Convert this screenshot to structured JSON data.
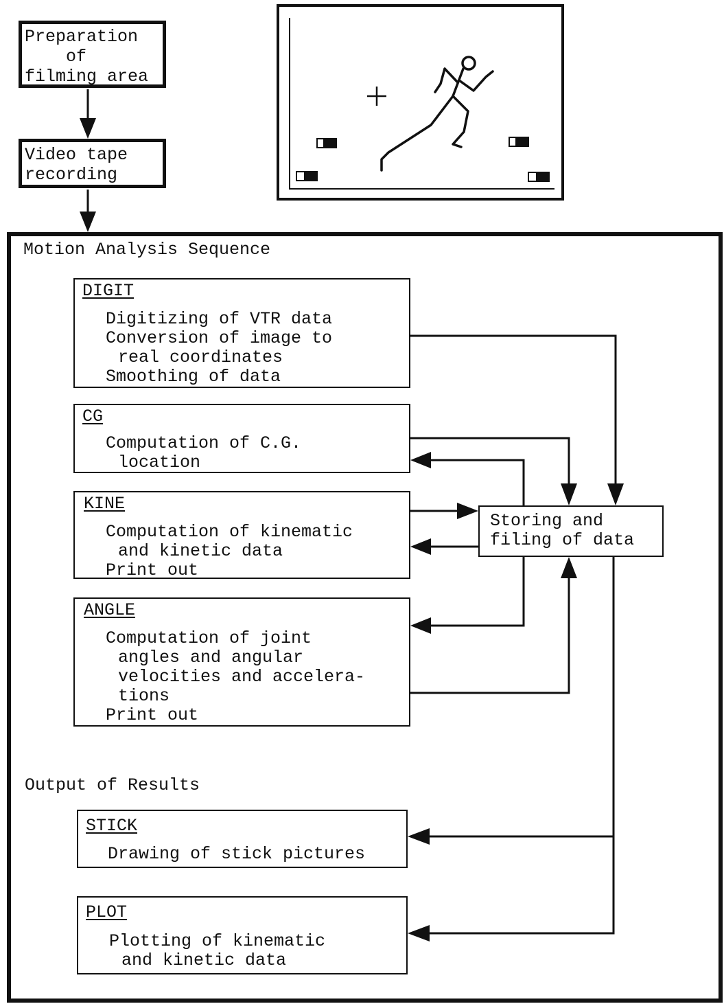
{
  "prep": {
    "line1": "Preparation",
    "line2": "of",
    "line3": "filming area"
  },
  "vtr": {
    "line1": "Video tape",
    "line2": "recording"
  },
  "sequence": {
    "title": "Motion Analysis Sequence",
    "digit": {
      "label": "DIGIT",
      "line1": "Digitizing of VTR data",
      "line2": "Conversion of image to",
      "line3": "real coordinates",
      "line4": "Smoothing of data"
    },
    "cg": {
      "label": "CG",
      "line1": "Computation of C.G.",
      "line2": "location"
    },
    "kine": {
      "label": "KINE",
      "line1": "Computation of kinematic",
      "line2": "and kinetic data",
      "line3": "Print out"
    },
    "angle": {
      "label": "ANGLE",
      "line1": "Computation of joint",
      "line2": "angles and angular",
      "line3": "velocities and accelera-",
      "line4": "tions",
      "line5": "Print out"
    }
  },
  "storage": {
    "line1": "Storing and",
    "line2": "filing of data"
  },
  "output": {
    "title": "Output of Results",
    "stick": {
      "label": "STICK",
      "line1": "Drawing of stick pictures"
    },
    "plot": {
      "label": "PLOT",
      "line1": "Plotting of kinematic",
      "line2": "and kinetic data"
    }
  },
  "colors": {
    "ink": "#111111",
    "background": "#ffffff"
  }
}
